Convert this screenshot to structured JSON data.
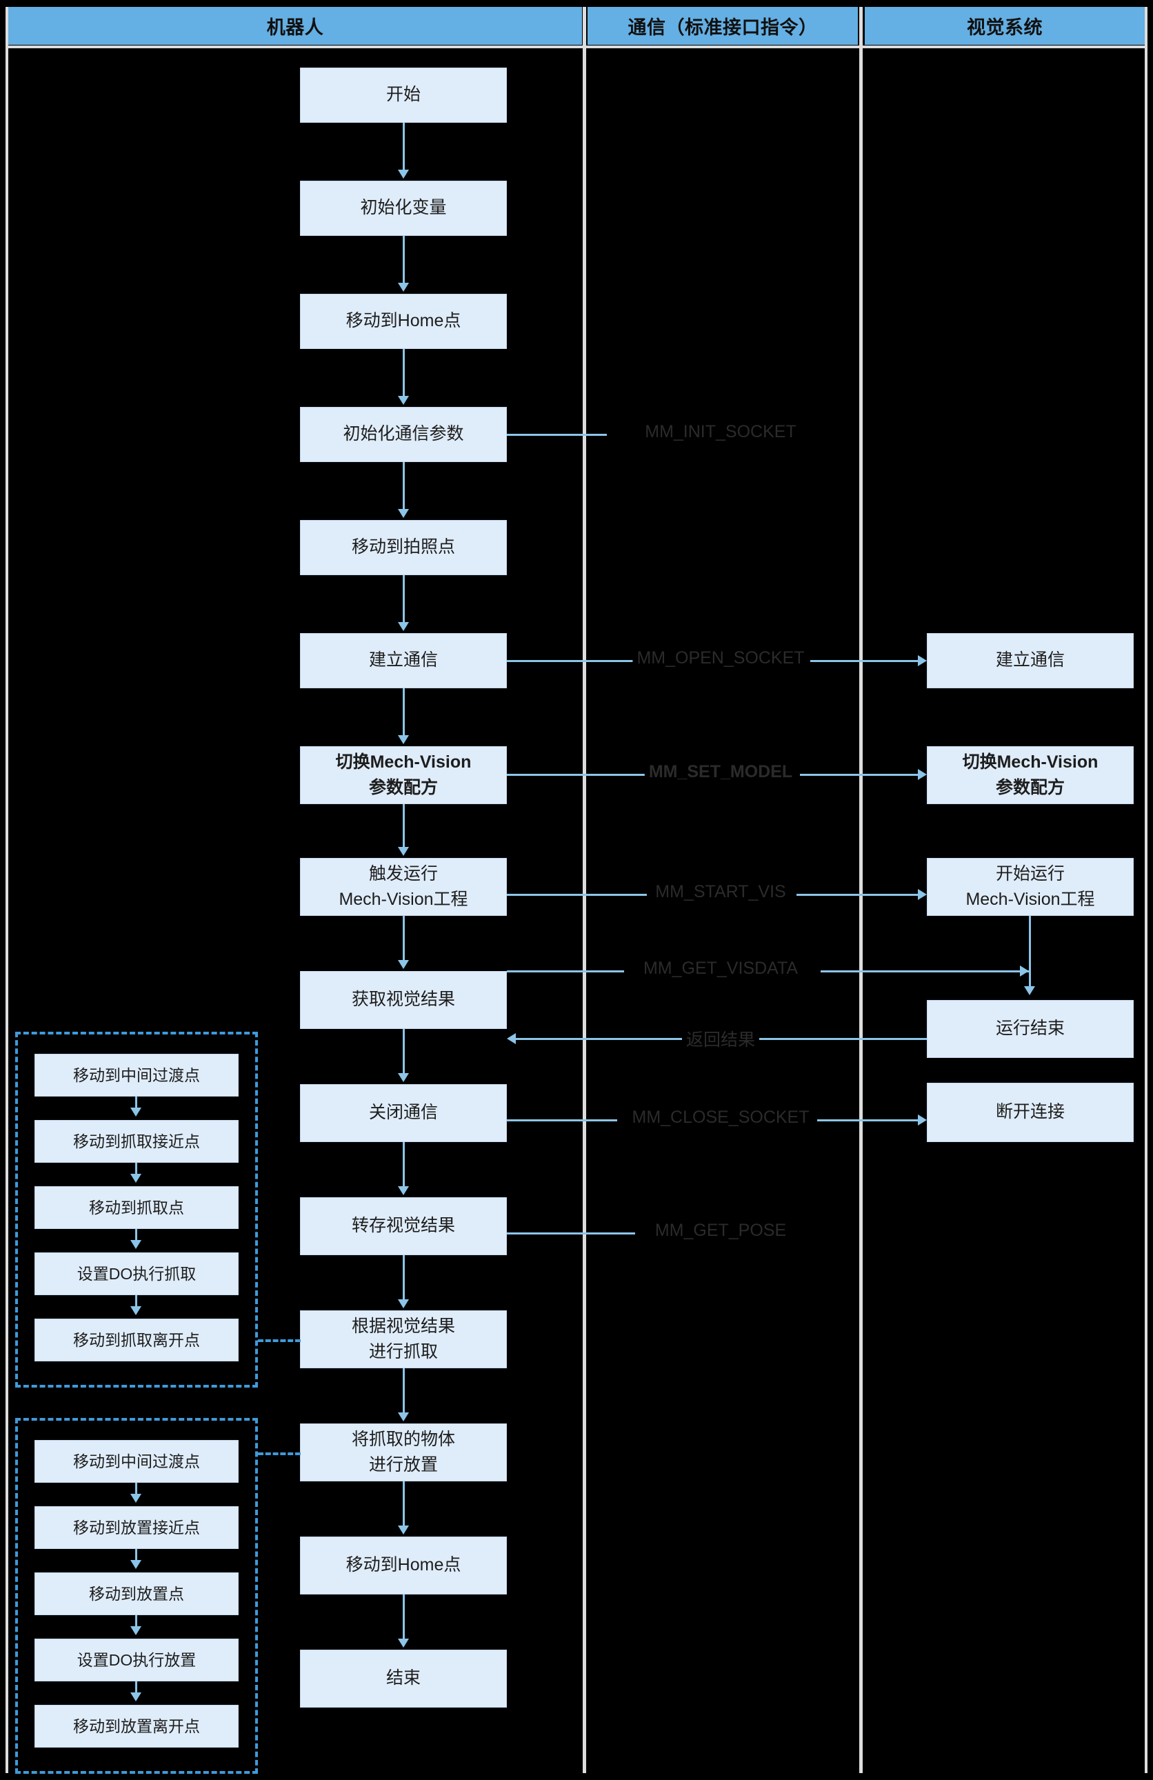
{
  "lanes": [
    {
      "title": "机器人"
    },
    {
      "title": "通信（标准接口指令）"
    },
    {
      "title": "视觉系统"
    }
  ],
  "robot_flow": [
    {
      "lines": [
        "开始"
      ],
      "bold": false
    },
    {
      "lines": [
        "初始化变量"
      ],
      "bold": false
    },
    {
      "lines": [
        "移动到Home点"
      ],
      "bold": false
    },
    {
      "lines": [
        "初始化通信参数"
      ],
      "bold": false
    },
    {
      "lines": [
        "移动到拍照点"
      ],
      "bold": false
    },
    {
      "lines": [
        "建立通信"
      ],
      "bold": false
    },
    {
      "lines": [
        "切换Mech-Vision",
        "参数配方"
      ],
      "bold": true
    },
    {
      "lines": [
        "触发运行",
        "Mech-Vision工程"
      ],
      "bold": false
    },
    {
      "lines": [
        "获取视觉结果"
      ],
      "bold": false
    },
    {
      "lines": [
        "关闭通信"
      ],
      "bold": false
    },
    {
      "lines": [
        "转存视觉结果"
      ],
      "bold": false
    },
    {
      "lines": [
        "根据视觉结果",
        "进行抓取"
      ],
      "bold": false
    },
    {
      "lines": [
        "将抓取的物体",
        "进行放置"
      ],
      "bold": false
    },
    {
      "lines": [
        "移动到Home点"
      ],
      "bold": false
    },
    {
      "lines": [
        "结束"
      ],
      "bold": false
    }
  ],
  "commands": [
    {
      "label": "MM_INIT_SOCKET",
      "bold": false
    },
    {
      "label": "MM_OPEN_SOCKET",
      "bold": false
    },
    {
      "label": "MM_SET_MODEL",
      "bold": true
    },
    {
      "label": "MM_START_VIS",
      "bold": false
    },
    {
      "label": "MM_GET_VISDATA",
      "bold": false
    },
    {
      "label": "返回结果",
      "bold": false
    },
    {
      "label": "MM_CLOSE_SOCKET",
      "bold": false
    },
    {
      "label": "MM_GET_POSE",
      "bold": false
    }
  ],
  "vision_flow": [
    {
      "lines": [
        "建立通信"
      ],
      "bold": false
    },
    {
      "lines": [
        "切换Mech-Vision",
        "参数配方"
      ],
      "bold": true
    },
    {
      "lines": [
        "开始运行",
        "Mech-Vision工程"
      ],
      "bold": false
    },
    {
      "lines": [
        "运行结束"
      ],
      "bold": false
    },
    {
      "lines": [
        "断开连接"
      ],
      "bold": false
    }
  ],
  "pick_group": [
    {
      "lines": [
        "移动到中间过渡点"
      ]
    },
    {
      "lines": [
        "移动到抓取接近点"
      ]
    },
    {
      "lines": [
        "移动到抓取点"
      ]
    },
    {
      "lines": [
        "设置DO执行抓取"
      ]
    },
    {
      "lines": [
        "移动到抓取离开点"
      ]
    }
  ],
  "place_group": [
    {
      "lines": [
        "移动到中间过渡点"
      ]
    },
    {
      "lines": [
        "移动到放置接近点"
      ]
    },
    {
      "lines": [
        "移动到放置点"
      ]
    },
    {
      "lines": [
        "设置DO执行放置"
      ]
    },
    {
      "lines": [
        "移动到放置离开点"
      ]
    }
  ],
  "colors": {
    "header_bg": "#64afe3",
    "node_bg": "#dfecf9",
    "node_border": "#c4d9ee",
    "connector": "#8cc5e8",
    "dashed": "#3f9ada",
    "background": "#000000",
    "divider": "#dddddd"
  }
}
